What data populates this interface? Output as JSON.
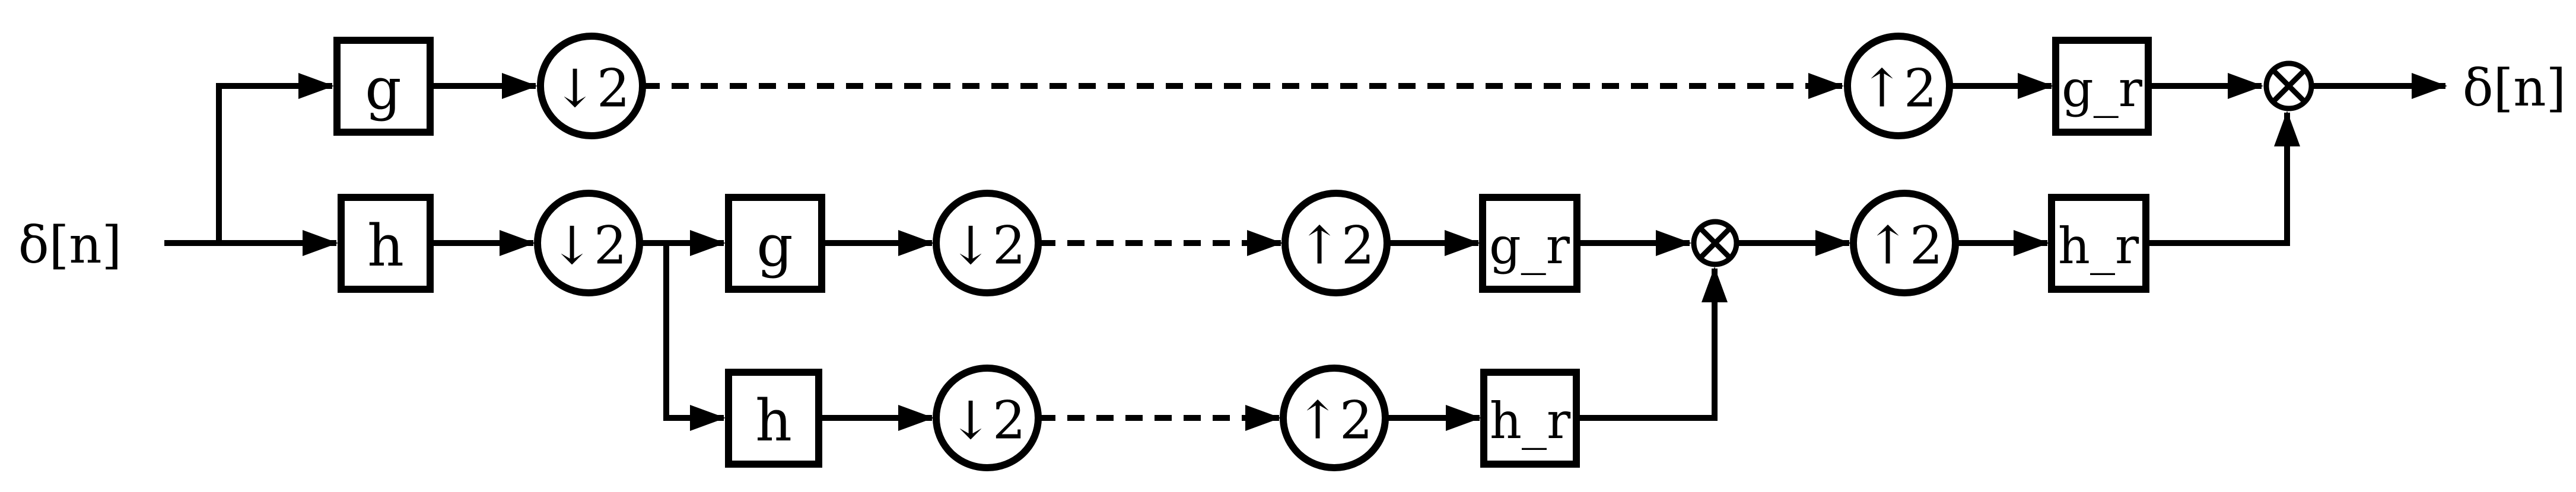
{
  "labels": {
    "input": "δ[n]",
    "output": "δ[n]",
    "g": "g",
    "h": "h",
    "g_r": "g_r",
    "h_r": "h_r",
    "downsample": "↓2",
    "upsample": "↑2"
  },
  "icons": {
    "multiplier": "circled-times-icon"
  },
  "colors": {
    "stroke": "#000000",
    "background": "#ffffff"
  },
  "diagram": {
    "type": "block-diagram",
    "nodes": [
      {
        "id": "input",
        "kind": "signal-label",
        "text": "δ[n]"
      },
      {
        "id": "g1",
        "kind": "filter-box",
        "text": "g",
        "row": "top"
      },
      {
        "id": "down1a",
        "kind": "downsampler",
        "text": "↓2",
        "row": "top"
      },
      {
        "id": "up1a",
        "kind": "upsampler",
        "text": "↑2",
        "row": "top"
      },
      {
        "id": "gr1",
        "kind": "filter-box",
        "text": "g_r",
        "row": "top"
      },
      {
        "id": "mult1",
        "kind": "multiplier",
        "text": "⊗",
        "row": "top"
      },
      {
        "id": "output",
        "kind": "signal-label",
        "text": "δ[n]"
      },
      {
        "id": "h1",
        "kind": "filter-box",
        "text": "h",
        "row": "middle"
      },
      {
        "id": "down1b",
        "kind": "downsampler",
        "text": "↓2",
        "row": "middle"
      },
      {
        "id": "g2",
        "kind": "filter-box",
        "text": "g",
        "row": "middle"
      },
      {
        "id": "down2a",
        "kind": "downsampler",
        "text": "↓2",
        "row": "middle"
      },
      {
        "id": "up2a",
        "kind": "upsampler",
        "text": "↑2",
        "row": "middle"
      },
      {
        "id": "gr2",
        "kind": "filter-box",
        "text": "g_r",
        "row": "middle"
      },
      {
        "id": "mult2",
        "kind": "multiplier",
        "text": "⊗",
        "row": "middle"
      },
      {
        "id": "up1b",
        "kind": "upsampler",
        "text": "↑2",
        "row": "middle"
      },
      {
        "id": "hr1",
        "kind": "filter-box",
        "text": "h_r",
        "row": "middle"
      },
      {
        "id": "h2",
        "kind": "filter-box",
        "text": "h",
        "row": "bottom"
      },
      {
        "id": "down2b",
        "kind": "downsampler",
        "text": "↓2",
        "row": "bottom"
      },
      {
        "id": "up2b",
        "kind": "upsampler",
        "text": "↑2",
        "row": "bottom"
      },
      {
        "id": "hr2",
        "kind": "filter-box",
        "text": "h_r",
        "row": "bottom"
      }
    ],
    "edges": [
      {
        "from": "input",
        "to": "h1",
        "style": "solid"
      },
      {
        "from": "input",
        "to": "g1",
        "style": "solid",
        "route": "branch-up"
      },
      {
        "from": "g1",
        "to": "down1a",
        "style": "solid"
      },
      {
        "from": "down1a",
        "to": "up1a",
        "style": "dashed"
      },
      {
        "from": "up1a",
        "to": "gr1",
        "style": "solid"
      },
      {
        "from": "gr1",
        "to": "mult1",
        "style": "solid"
      },
      {
        "from": "mult1",
        "to": "output",
        "style": "solid"
      },
      {
        "from": "h1",
        "to": "down1b",
        "style": "solid"
      },
      {
        "from": "down1b",
        "to": "g2",
        "style": "solid"
      },
      {
        "from": "down1b",
        "to": "h2",
        "style": "solid",
        "route": "branch-down"
      },
      {
        "from": "g2",
        "to": "down2a",
        "style": "solid"
      },
      {
        "from": "down2a",
        "to": "up2a",
        "style": "dashed"
      },
      {
        "from": "up2a",
        "to": "gr2",
        "style": "solid"
      },
      {
        "from": "gr2",
        "to": "mult2",
        "style": "solid"
      },
      {
        "from": "h2",
        "to": "down2b",
        "style": "solid"
      },
      {
        "from": "down2b",
        "to": "up2b",
        "style": "dashed"
      },
      {
        "from": "up2b",
        "to": "hr2",
        "style": "solid"
      },
      {
        "from": "hr2",
        "to": "mult2",
        "style": "solid",
        "route": "elbow-up"
      },
      {
        "from": "mult2",
        "to": "up1b",
        "style": "solid"
      },
      {
        "from": "up1b",
        "to": "hr1",
        "style": "solid"
      },
      {
        "from": "hr1",
        "to": "mult1",
        "style": "solid",
        "route": "elbow-up"
      }
    ]
  }
}
